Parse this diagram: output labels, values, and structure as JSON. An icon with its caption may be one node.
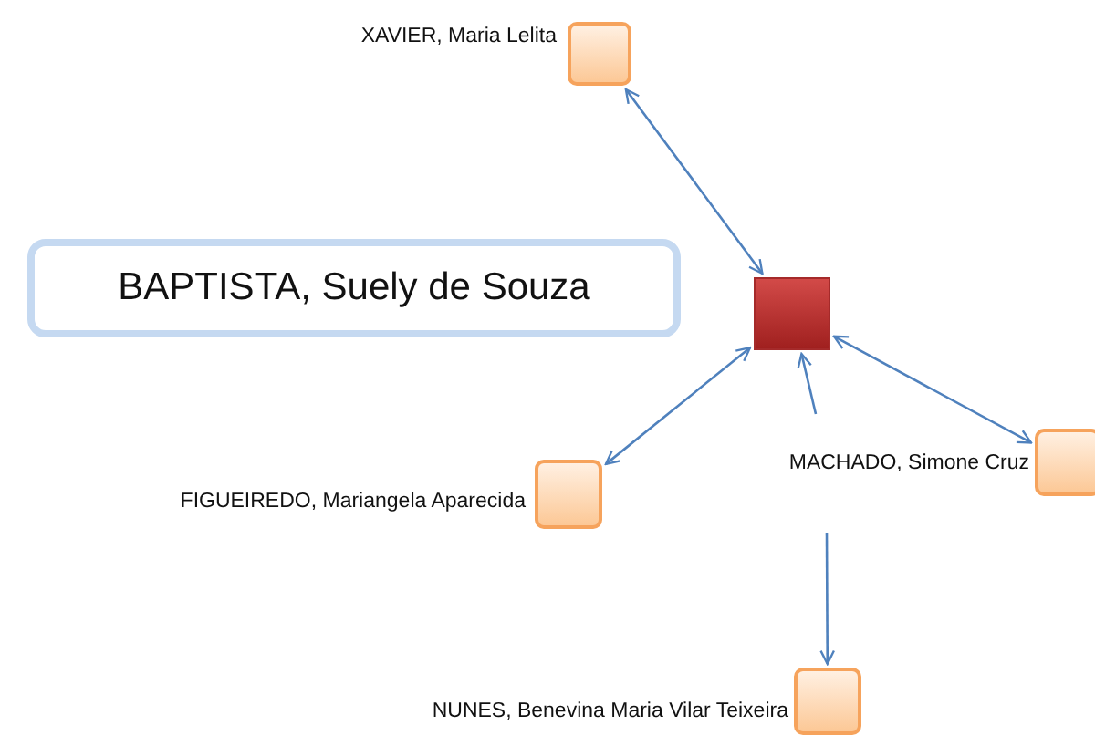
{
  "diagram": {
    "nodes": [
      {
        "text": [],
        "shape": "box",
        "beside": [
          "XAVIER,  Maria Lelita"
        ]
      },
      {
        "text": [
          "BAPTISTA, Suely de Souza"
        ]
      },
      {
        "text": [],
        "shape": "box"
      },
      {
        "text": [],
        "shape": "box",
        "beside": [
          "MACHADO, Simone Cruz"
        ]
      },
      {
        "text": [],
        "shape": "box",
        "beside": [
          "FIGUEIREDO,  Mariangela  Aparecida"
        ]
      },
      {
        "text": [],
        "shape": "box",
        "beside": [
          "NUNES, Benevina Maria Vilar Teixeira"
        ]
      }
    ],
    "edges": [
      {
        "from": 2,
        "to": 0,
        "arrow": "both"
      },
      {
        "from": 2,
        "to": 3,
        "arrow": "both"
      },
      {
        "from": 2,
        "to": 4,
        "arrow": "both"
      },
      {
        "from": null,
        "to": 2,
        "arrow": "to"
      },
      {
        "from": null,
        "to": 5,
        "arrow": "to"
      }
    ]
  }
}
